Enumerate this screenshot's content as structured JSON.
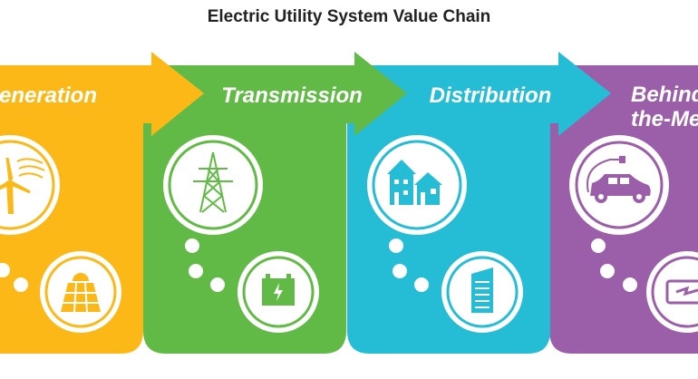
{
  "title": "Electric Utility System Value Chain",
  "colors": {
    "generation": "#FBB817",
    "transmission": "#62BA46",
    "distribution": "#25BCD6",
    "behind_the_meter": "#9B5EA8"
  },
  "stages": [
    {
      "label": "Generation",
      "icons": [
        "wind-turbine-icon",
        "solar-panel-icon"
      ]
    },
    {
      "label": "Transmission",
      "icons": [
        "transmission-tower-icon",
        "battery-icon"
      ]
    },
    {
      "label": "Distribution",
      "icons": [
        "houses-icon",
        "office-building-icon"
      ]
    },
    {
      "label_line1": "Behind-",
      "label_line2": "the-Meter",
      "icons": [
        "electric-car-icon",
        "smart-meter-icon"
      ]
    }
  ]
}
